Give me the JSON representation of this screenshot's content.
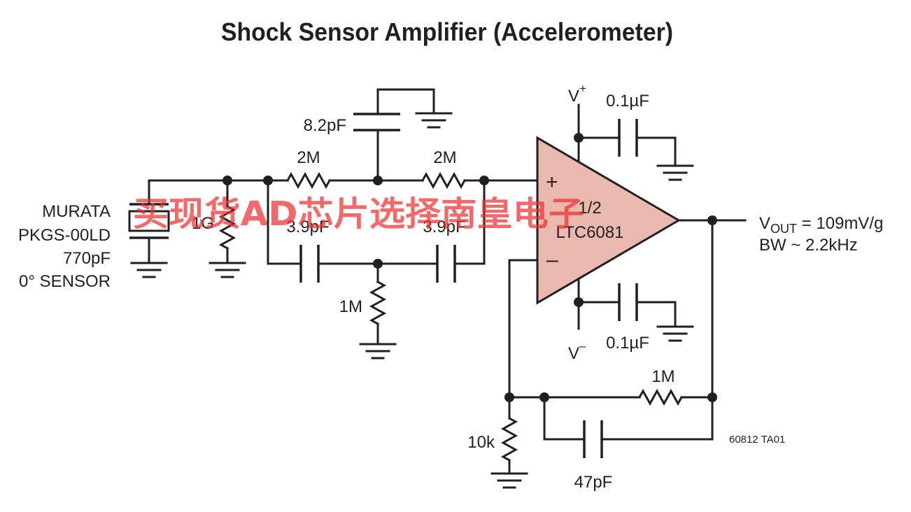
{
  "title": "Shock Sensor Amplifier (Accelerometer)",
  "watermark": "买现货AD芯片选择南皇电子",
  "sensor": {
    "lines": [
      "MURATA",
      "PKGS-00LD",
      "770pF",
      "0° SENSOR"
    ]
  },
  "components": {
    "r_bias": "1G",
    "r_in1": "2M",
    "r_in2": "2M",
    "c_top": "8.2pF",
    "c_in1": "3.9pF",
    "c_in2": "3.9pF",
    "r_mid": "1M",
    "c_vpos": "0.1µF",
    "c_vneg": "0.1µF",
    "r_fb": "1M",
    "c_fb": "47pF",
    "r_gnd": "10k"
  },
  "opamp": {
    "fraction": "1/2",
    "part": "LTC6081",
    "plus": "+",
    "minus": "–"
  },
  "supply": {
    "pos_base": "V",
    "pos_sup": "+",
    "neg_base": "V",
    "neg_sup": "–"
  },
  "output": {
    "v_base": "V",
    "v_sub": "OUT",
    "v_rest": " = 109mV/g",
    "bw": "BW ~ 2.2kHz"
  },
  "figure_id": "60812 TA01",
  "colors": {
    "opamp_fill": "#e9b9af",
    "watermark": "#ee3030",
    "ink": "#231f20"
  }
}
